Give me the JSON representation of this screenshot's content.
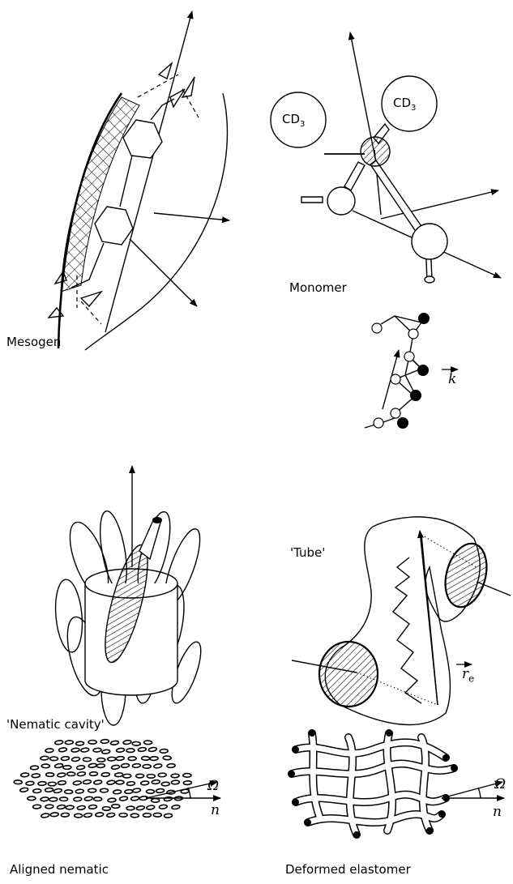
{
  "labels": {
    "mesogen": "Mesogen",
    "monomer": "Monomer",
    "cd3_left": "CD",
    "cd3_right": "CD",
    "cd3_sub": "3",
    "k_vector": "k",
    "nematic_cavity": "'Nematic cavity'",
    "tube": "'Tube'",
    "re_vector": "r",
    "re_sub": "e",
    "aligned_nematic": "Aligned nematic",
    "deformed_elastomer": "Deformed elastomer",
    "omega_left": "Ω",
    "omega_right": "Ω",
    "n_left": "n",
    "n_right": "n"
  }
}
